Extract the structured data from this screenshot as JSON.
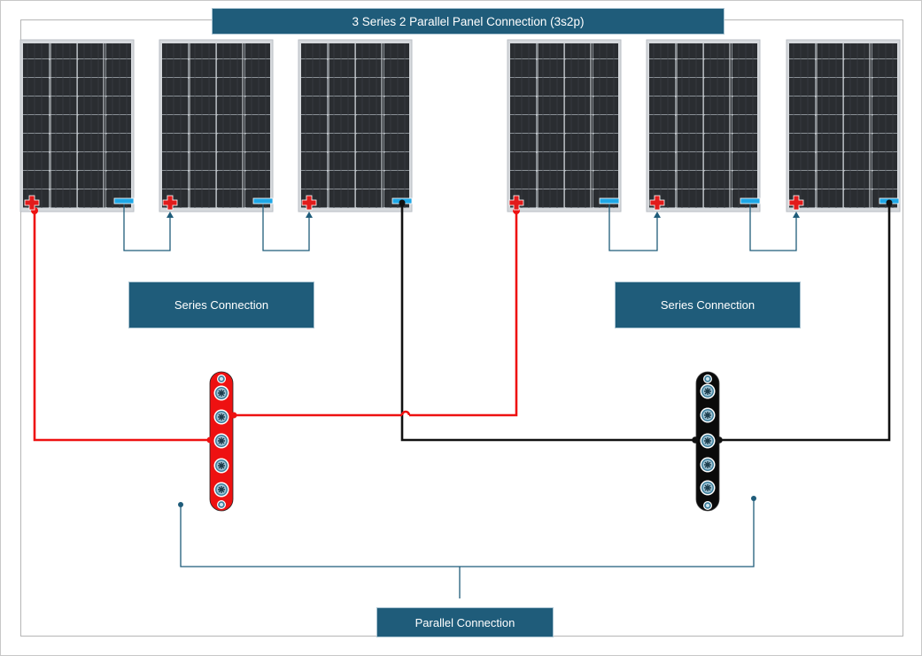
{
  "title": "3 Series 2 Parallel Panel Connection (3s2p)",
  "labels": {
    "series_left": "Series Connection",
    "series_right": "Series Connection",
    "parallel": "Parallel Connection"
  },
  "colors": {
    "label_bg": "#1f5c7a",
    "positive_wire": "#ee1111",
    "negative_wire": "#111111",
    "series_link": "#1f5c7a",
    "negative_terminal": "#1ea7e6",
    "positive_terminal": "#e21b1b"
  }
}
